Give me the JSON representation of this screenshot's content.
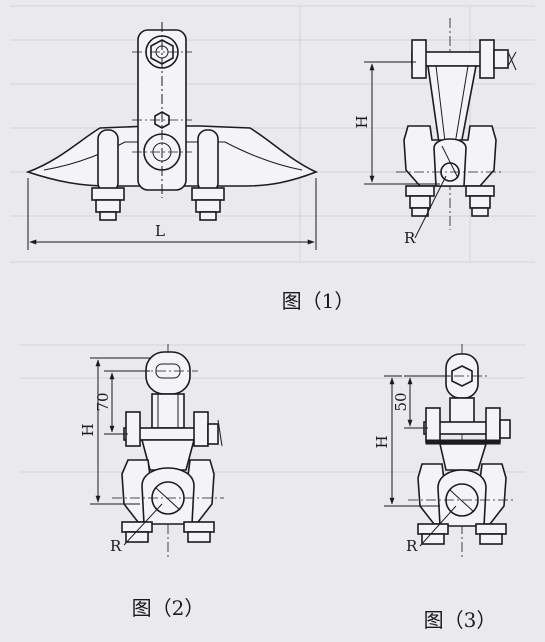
{
  "figures": [
    {
      "caption": "图（1）",
      "dims": {
        "length": "L",
        "height": "H",
        "radius": "R"
      }
    },
    {
      "caption": "图（2）",
      "dims": {
        "height": "H",
        "offset": "70",
        "radius": "R"
      }
    },
    {
      "caption": "图（3）",
      "dims": {
        "height": "H",
        "offset": "50",
        "radius": "R"
      }
    }
  ]
}
